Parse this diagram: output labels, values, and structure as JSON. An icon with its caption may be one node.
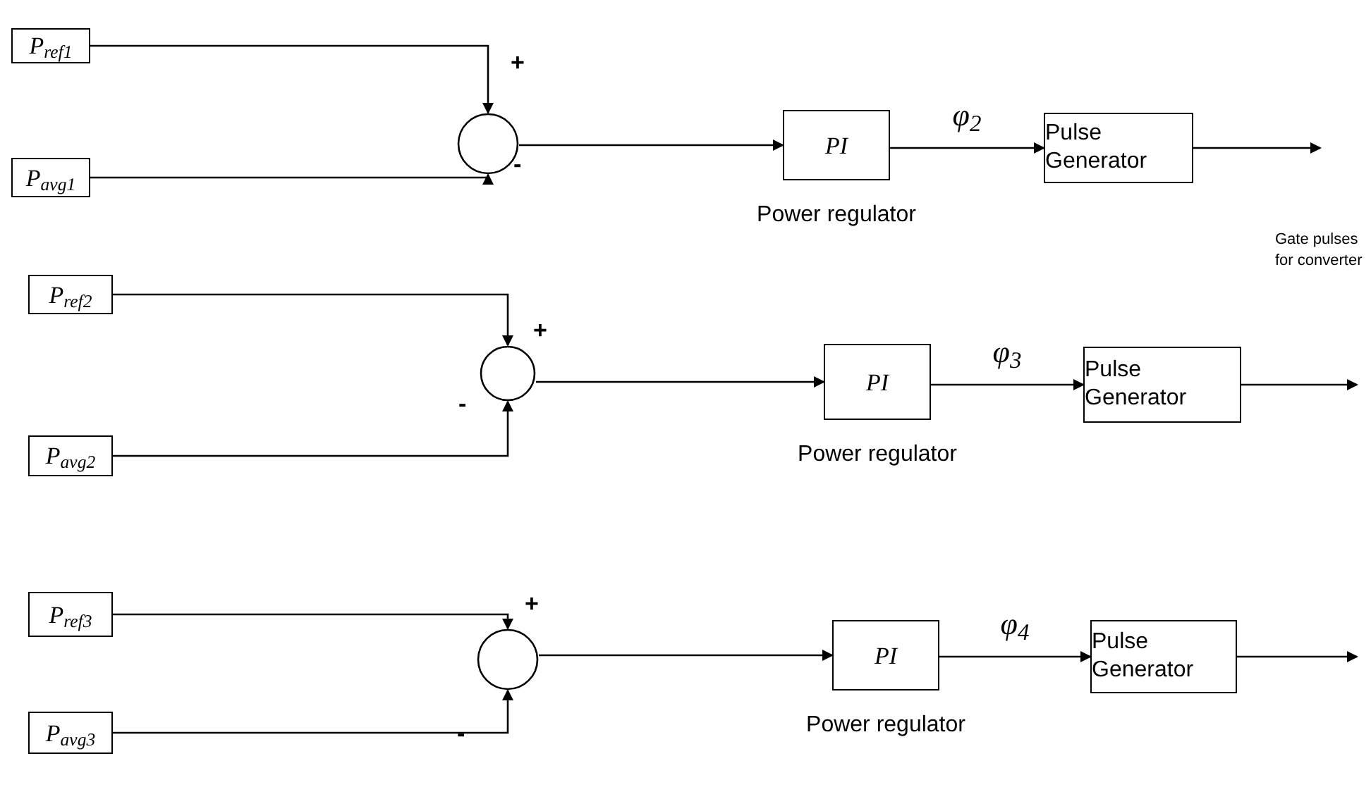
{
  "diagram": {
    "nodes": [
      {
        "text": [
          "P$_{ref1}$"
        ]
      },
      {
        "text": [
          "P$_{avg1}$"
        ]
      },
      {
        "text": [],
        "shape": "circle"
      },
      {
        "text": [
          "PI"
        ],
        "beside": [
          "Power regulator"
        ]
      },
      {
        "text": [
          "Pulse Generator"
        ]
      },
      {
        "text": [
          "P$_{ref2}$"
        ]
      },
      {
        "text": [
          "P$_{avg2}$"
        ]
      },
      {
        "text": [],
        "shape": "circle"
      },
      {
        "text": [
          "PI"
        ],
        "beside": [
          "Power regulator"
        ]
      },
      {
        "text": [
          "Pulse Generator"
        ]
      },
      {
        "text": [
          "P$_{ref3}$"
        ]
      },
      {
        "text": [
          "P$_{avg3}$"
        ]
      },
      {
        "text": [],
        "shape": "circle"
      },
      {
        "text": [
          "PI"
        ],
        "beside": [
          "Power regulator"
        ]
      },
      {
        "text": [
          "Pulse Generator"
        ]
      }
    ],
    "edges": [
      {
        "from": 0,
        "to": 2,
        "arrow": "to"
      },
      {
        "from": 1,
        "to": 2,
        "arrow": "to"
      },
      {
        "from": 2,
        "to": 3,
        "arrow": "to"
      },
      {
        "from": 3,
        "to": 4,
        "arrow": "to",
        "label": "φ$_{2}$"
      },
      {
        "from": 4,
        "to": null,
        "arrow": "to"
      },
      {
        "from": 5,
        "to": 7,
        "arrow": "to"
      },
      {
        "from": 6,
        "to": 7,
        "arrow": "to"
      },
      {
        "from": 7,
        "to": 8,
        "arrow": "to"
      },
      {
        "from": 8,
        "to": 9,
        "arrow": "to",
        "label": "φ$_{3}$"
      },
      {
        "from": 9,
        "to": null,
        "arrow": "to"
      },
      {
        "from": 10,
        "to": 12,
        "arrow": "to"
      },
      {
        "from": 11,
        "to": 12,
        "arrow": "to"
      },
      {
        "from": 12,
        "to": 13,
        "arrow": "to"
      },
      {
        "from": 13,
        "to": 14,
        "arrow": "to",
        "label": "φ$_{4}$"
      },
      {
        "from": 14,
        "to": null,
        "arrow": "to"
      }
    ],
    "labels": [
      "+",
      "-",
      "Gate pulses for converter",
      "+",
      "-",
      "+",
      "-"
    ]
  }
}
